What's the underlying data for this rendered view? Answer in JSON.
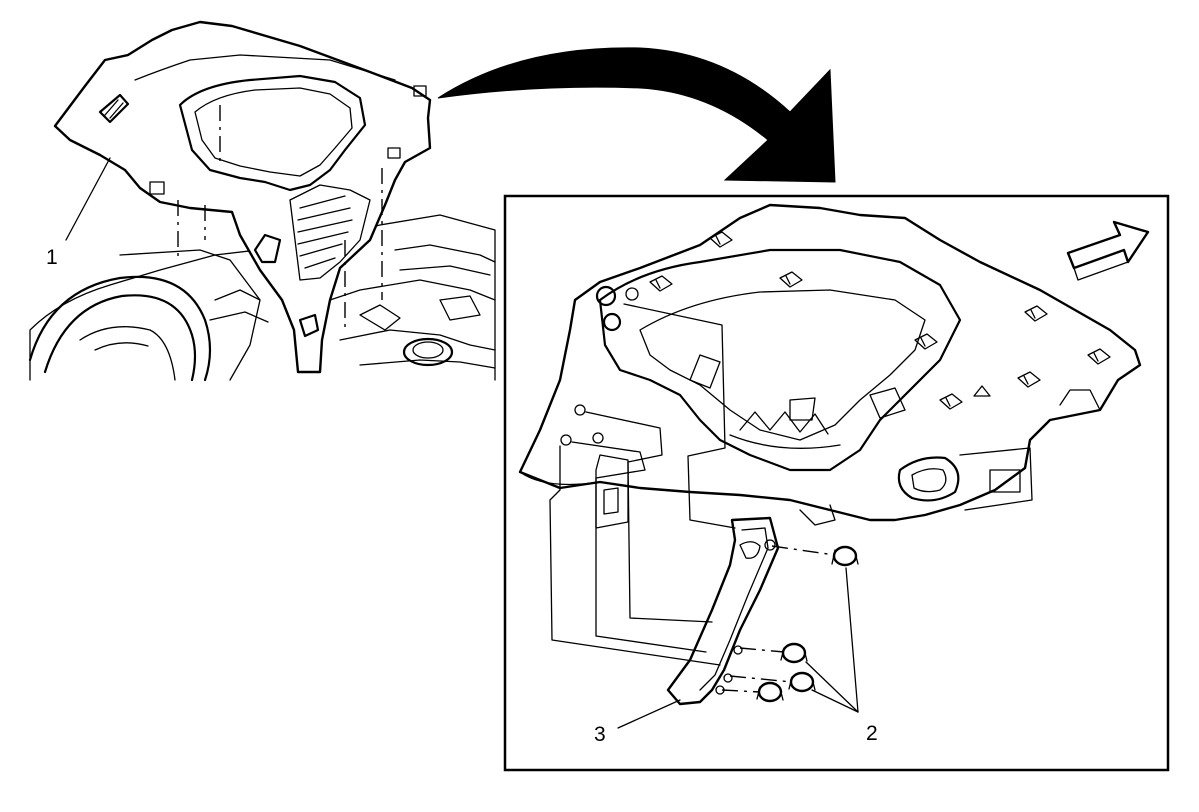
{
  "diagram": {
    "callouts": {
      "c1": "1",
      "c2": "2",
      "c3": "3"
    },
    "colors": {
      "line": "#000000",
      "background": "#ffffff"
    },
    "icons": [
      "direction-arrow-icon",
      "curved-transition-arrow-icon"
    ]
  }
}
